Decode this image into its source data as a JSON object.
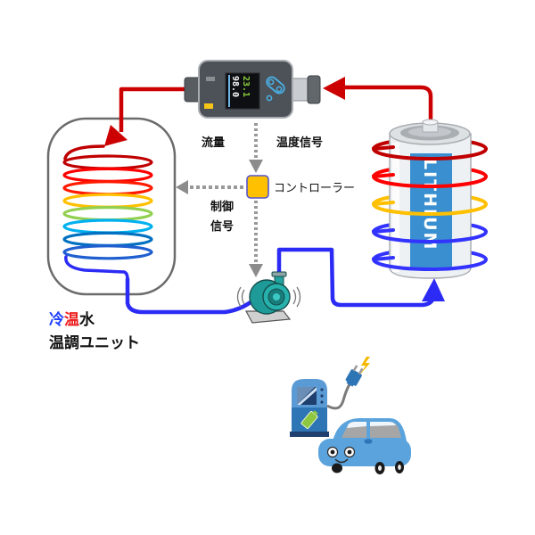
{
  "diagram": {
    "labels": {
      "flow": "流量",
      "temp_signal": "温度信号",
      "controller": "コントローラー",
      "control_line1": "制御",
      "control_line2": "信号",
      "unit_title": {
        "cold": "冷",
        "hot": "温",
        "water": "水"
      },
      "unit_subtitle": "温調ユニット"
    },
    "flow_meter": {
      "readout_primary": "98.0",
      "readout_secondary": "23.1"
    },
    "battery": {
      "label": "LITHIUM"
    },
    "colors": {
      "hot_pipe": "#cc0000",
      "cold_pipe": "#2b2bf5",
      "signal_line": "#999999",
      "controller_fill": "#ffc000",
      "controller_border": "#5555cc",
      "unit_title_cold": "#1a3cff",
      "unit_title_hot": "#ee1c1c"
    },
    "tank_coil_colors": [
      "#c00000",
      "#ff0000",
      "#ff1a00",
      "#ffc000",
      "#92d050",
      "#00b0f0",
      "#0070c0",
      "#1f5fd0"
    ],
    "battery_coil_colors": [
      "#c00000",
      "#ff0000",
      "#ffc000",
      "#3333ff",
      "#3333ff"
    ]
  }
}
